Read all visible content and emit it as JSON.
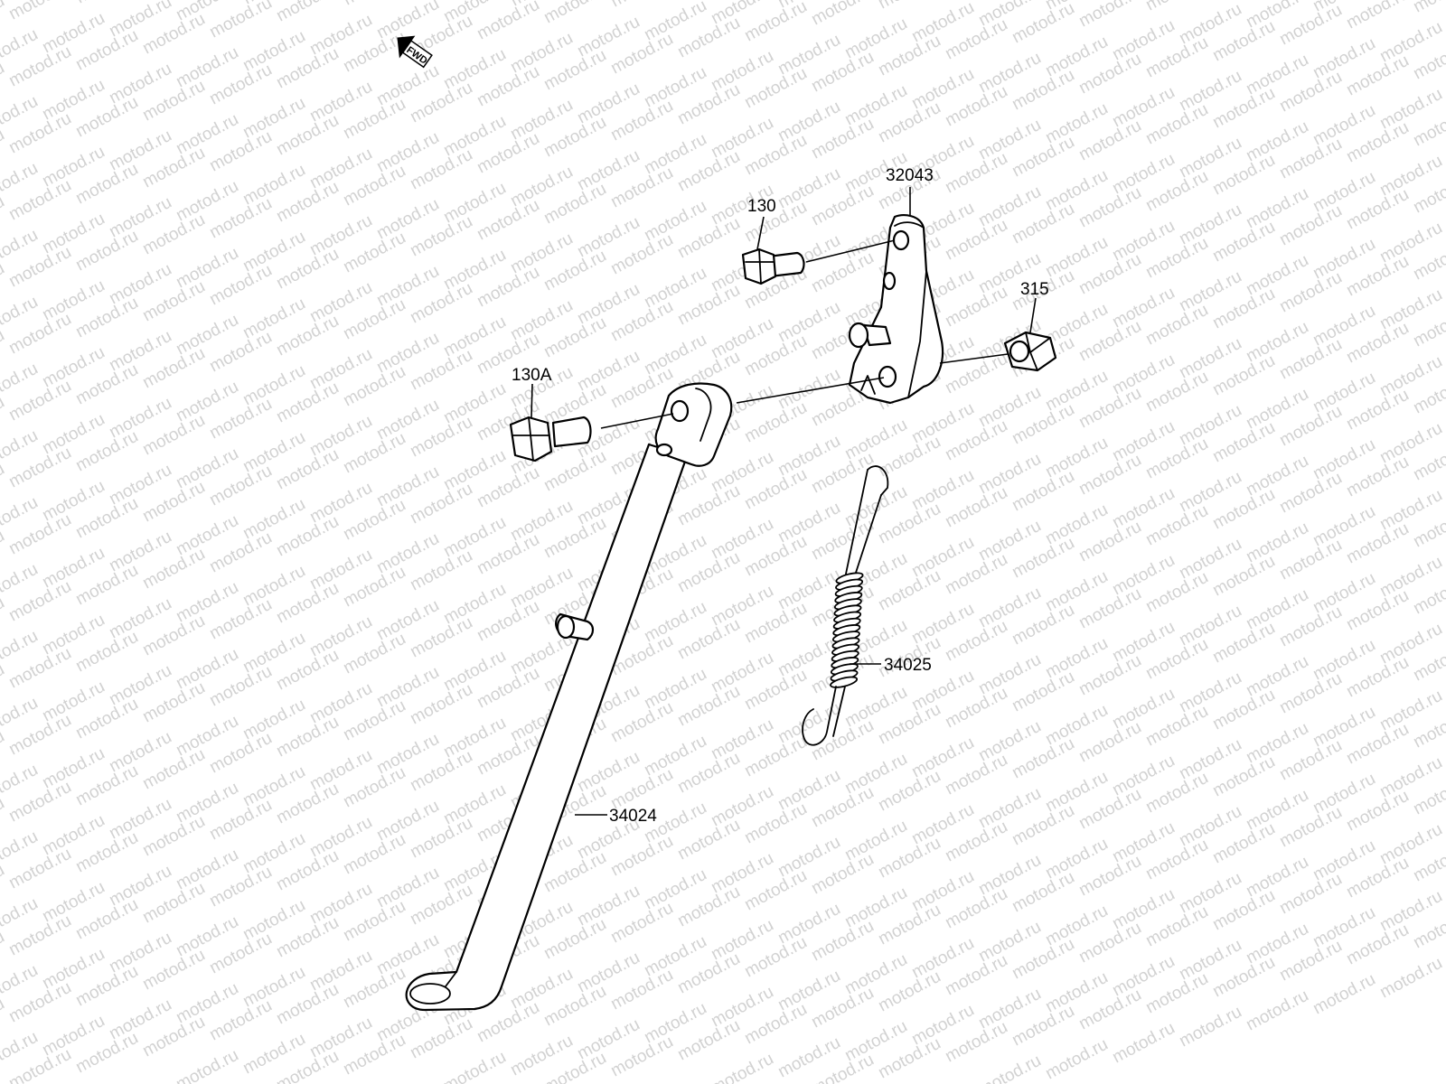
{
  "watermark": "motod.ru",
  "direction_badge": "FWD",
  "parts": [
    {
      "id": "32043",
      "label": "32043",
      "name": "bracket"
    },
    {
      "id": "130",
      "label": "130",
      "name": "bolt"
    },
    {
      "id": "315",
      "label": "315",
      "name": "nut"
    },
    {
      "id": "130A",
      "label": "130A",
      "name": "pivot-bolt"
    },
    {
      "id": "34025",
      "label": "34025",
      "name": "spring"
    },
    {
      "id": "34024",
      "label": "34024",
      "name": "side-stand"
    }
  ],
  "colors": {
    "line": "#000000",
    "watermark": "#d2d2d2",
    "background": "#ffffff"
  }
}
